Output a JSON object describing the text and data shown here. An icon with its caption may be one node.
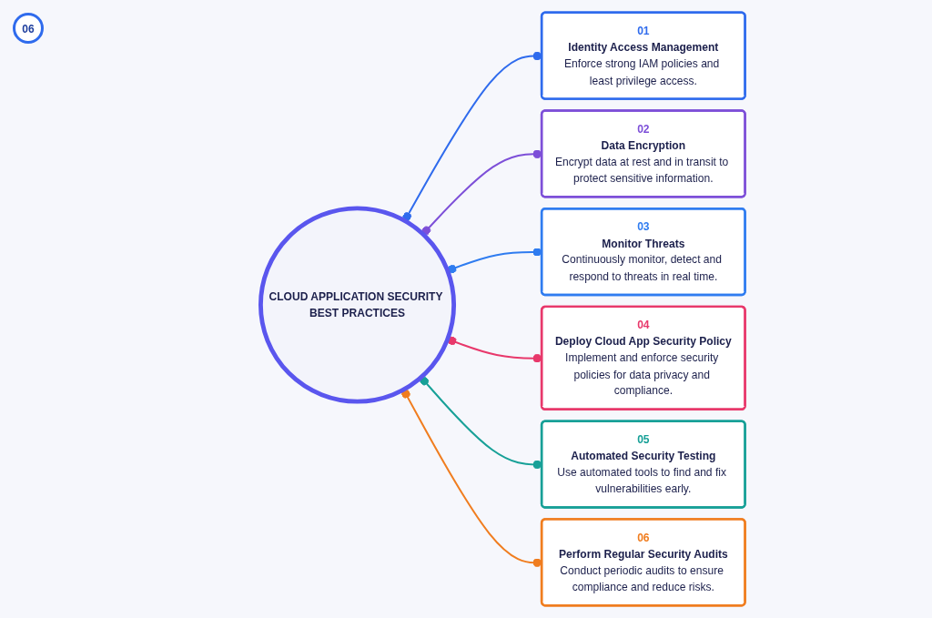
{
  "diagram": {
    "nodes": [
      {
        "text": [
          "CLOUD APPLICATION SECURITY BEST PRACTICES"
        ]
      },
      {
        "text": [
          "01",
          "Identity Access Management",
          "Enforce strong IAM policies and least privilege access."
        ]
      },
      {
        "text": [
          "02",
          "Data Encryption",
          "Encrypt data at rest and in transit to protect sensitive information."
        ]
      },
      {
        "text": [
          "03",
          "Monitor Threats",
          "Continuously monitor, detect and respond to threats in real time."
        ]
      },
      {
        "text": [
          "04",
          "Deploy Cloud App Security Policy",
          "Implement and enforce security policies for data privacy and compliance."
        ]
      },
      {
        "text": [
          "05",
          "Automated Security Testing",
          "Use automated tools to find and fix vulnerabilities early."
        ]
      },
      {
        "text": [
          "06",
          "Perform Regular Security Audits",
          "Conduct periodic audits to ensure compliance and reduce risks."
        ]
      }
    ],
    "edges": [
      {
        "from": 0,
        "to": 1,
        "arrow": "other",
        "color": "#2f6bed"
      },
      {
        "from": 0,
        "to": 2,
        "arrow": "other",
        "color": "#7d4fd8"
      },
      {
        "from": 0,
        "to": 3,
        "arrow": "other",
        "color": "#2f7cf0"
      },
      {
        "from": 0,
        "to": 4,
        "arrow": "other",
        "color": "#e8386b"
      },
      {
        "from": 0,
        "to": 5,
        "arrow": "other",
        "color": "#17a097"
      },
      {
        "from": 0,
        "to": 6,
        "arrow": "other",
        "color": "#f07d1f"
      }
    ],
    "labels": [
      "06"
    ]
  }
}
